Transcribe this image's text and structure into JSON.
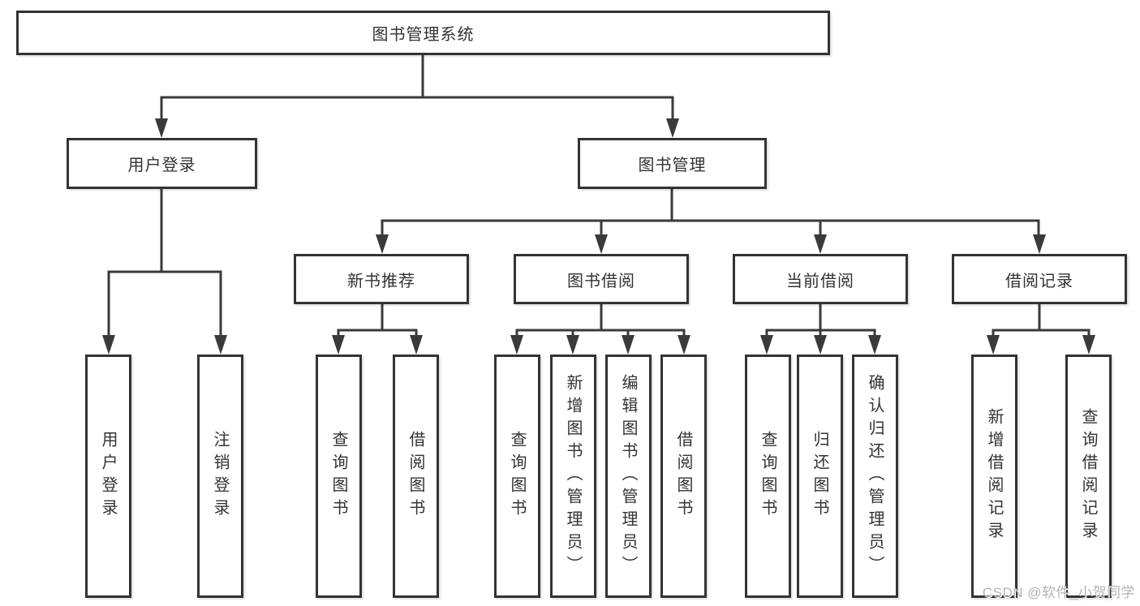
{
  "tree": {
    "label": "图书管理系统",
    "children": [
      {
        "label": "用户登录",
        "children": [
          {
            "label": "用户登录"
          },
          {
            "label": "注销登录"
          }
        ]
      },
      {
        "label": "图书管理",
        "children": [
          {
            "label": "新书推荐",
            "children": [
              {
                "label": "查询图书"
              },
              {
                "label": "借阅图书"
              }
            ]
          },
          {
            "label": "图书借阅",
            "children": [
              {
                "label": "查询图书"
              },
              {
                "label": "新增图书（管理员）"
              },
              {
                "label": "编辑图书（管理员）"
              },
              {
                "label": "借阅图书"
              }
            ]
          },
          {
            "label": "当前借阅",
            "children": [
              {
                "label": "查询图书"
              },
              {
                "label": "归还图书"
              },
              {
                "label": "确认归还（管理员）"
              }
            ]
          },
          {
            "label": "借阅记录",
            "children": [
              {
                "label": "新增借阅记录"
              },
              {
                "label": "查询借阅记录"
              }
            ]
          }
        ]
      }
    ]
  },
  "watermark": {
    "text": "CSDN @软件_小贺同学"
  },
  "colors": {
    "line": "#3a3a3a",
    "box_border": "#333333",
    "box_fill": "#ffffff",
    "text": "#333333",
    "background": "#ffffff",
    "watermark": "#b3b3b3"
  }
}
